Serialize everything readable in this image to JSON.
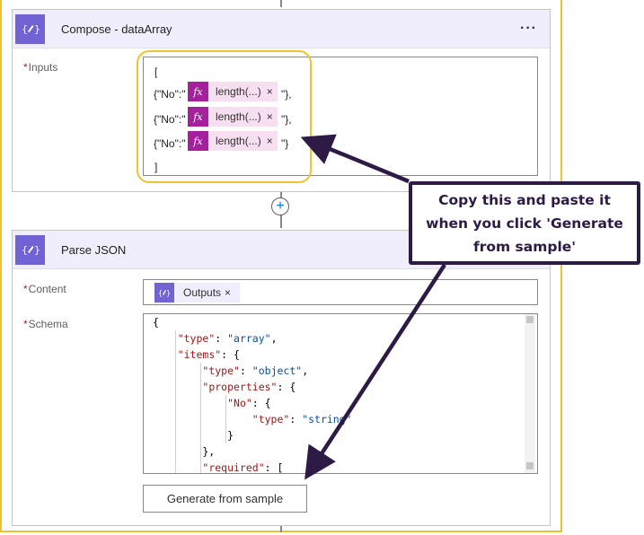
{
  "compose": {
    "title": "Compose - dataArray",
    "more_label": "···",
    "inputs_label": "Inputs",
    "required_mark": "*",
    "open_bracket": "[",
    "close_bracket": "]",
    "rows": [
      {
        "prefix": "{\"No\":\"",
        "token_label": "length(...)",
        "close": "×",
        "suffix": "\"},"
      },
      {
        "prefix": "{\"No\":\"",
        "token_label": "length(...)",
        "close": "×",
        "suffix": "\"},"
      },
      {
        "prefix": "{\"No\":\"",
        "token_label": "length(...)",
        "close": "×",
        "suffix": "\"}"
      }
    ],
    "fx_label": "fx"
  },
  "parse_json": {
    "title": "Parse JSON",
    "content_label": "Content",
    "content_token": "Outputs",
    "content_token_close": "×",
    "schema_label": "Schema",
    "generate_button": "Generate from sample"
  },
  "schema_lines": [
    "{",
    "    \"type\": \"array\",",
    "    \"items\": {",
    "        \"type\": \"object\",",
    "        \"properties\": {",
    "            \"No\": {",
    "                \"type\": \"string\"",
    "            }",
    "        },",
    "        \"required\": ["
  ],
  "add_step_symbol": "+",
  "callout_text": "Copy this and paste it when you click 'Generate from sample'",
  "colors": {
    "highlight": "#f2c12e",
    "callout_border": "#2d1b45",
    "compose_icon": "#7163d4",
    "fx_icon": "#a4209c"
  },
  "icons": {
    "compose": "compose-braces-icon",
    "fx": "fx-expression-icon",
    "more": "more-dots-icon",
    "add": "plus-icon"
  }
}
